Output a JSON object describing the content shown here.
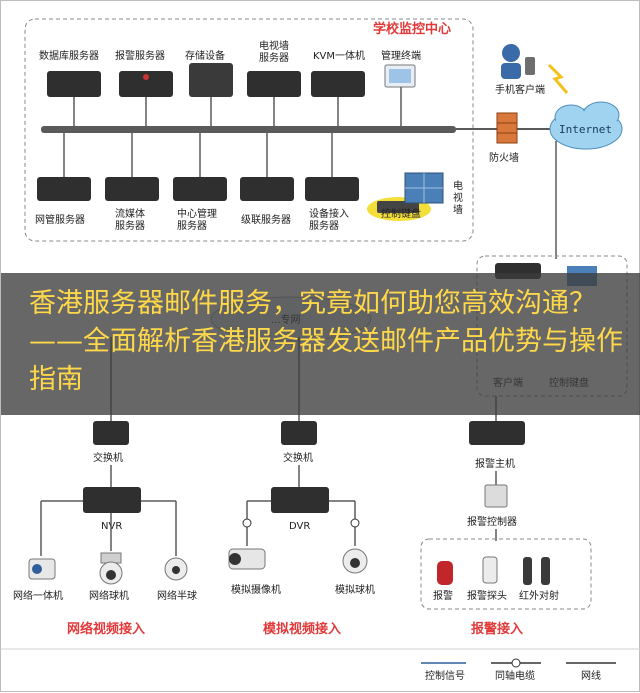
{
  "school_center": {
    "title": "学校监控中心",
    "top_devices": [
      "数据库服务器",
      "报警服务器",
      "存储设备",
      "电视墙\n服务器",
      "KVM一体机",
      "管理终端"
    ],
    "bottom_devices": [
      "网管服务器",
      "流媒体\n服务器",
      "中心管理\n服务器",
      "级联服务器",
      "设备接入\n服务器"
    ],
    "control_keyboard": "控制键盘",
    "tv_wall": "电视墙"
  },
  "external": {
    "mobile_client": "手机客户端",
    "internet": "Internet",
    "firewall": "防火墙"
  },
  "remote": {
    "client": "客户端",
    "control_keyboard": "控制键盘",
    "network_fragment": "...专网"
  },
  "banner": {
    "title": "香港服务器邮件服务，究竟如何助您高效沟通？——全面解析香港服务器发送邮件产品优势与操作指南"
  },
  "lower": {
    "switch_label": "交换机",
    "nvr_label": "NVR",
    "dvr_label": "DVR",
    "alarm_host": "报警主机",
    "alarm_controller": "报警控制器",
    "network_devices": [
      "网络一体机",
      "网络球机",
      "网络半球"
    ],
    "analog_devices": [
      "模拟摄像机",
      "模拟球机"
    ],
    "alarm_devices": [
      "报警",
      "报警探头",
      "红外对射"
    ],
    "section_network": "网络视频接入",
    "section_analog": "模拟视频接入",
    "section_alarm": "报警接入"
  },
  "legend": {
    "control": "控制信号",
    "coax": "同轴电缆",
    "network": "网线"
  },
  "colors": {
    "banner_text": "#ffd84a",
    "section_text": "#e23a3a",
    "bus": "#5a5a5a"
  }
}
